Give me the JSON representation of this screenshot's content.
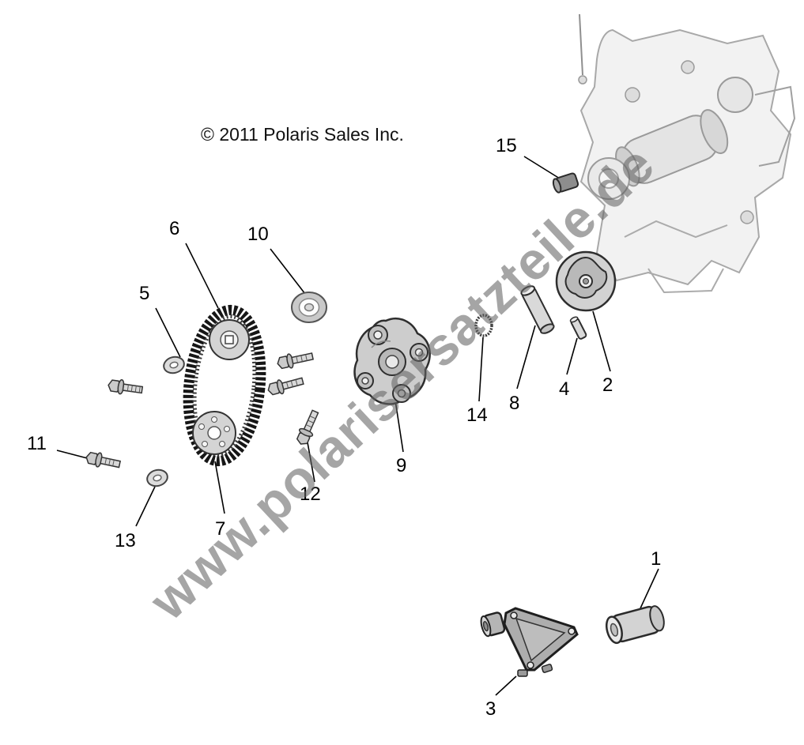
{
  "copyright": "© 2011 Polaris Sales Inc.",
  "watermark": "www.polarisersatzteile.de",
  "callouts": [
    "1",
    "2",
    "3",
    "4",
    "5",
    "6",
    "7",
    "8",
    "9",
    "10",
    "11",
    "12",
    "13",
    "14",
    "15"
  ],
  "colors": {
    "watermark_gray": "#646464",
    "leader_line": "#000000",
    "engine_sketch_gray": "#a8a8a8",
    "part_fill_gray": "#d2d2d2"
  }
}
